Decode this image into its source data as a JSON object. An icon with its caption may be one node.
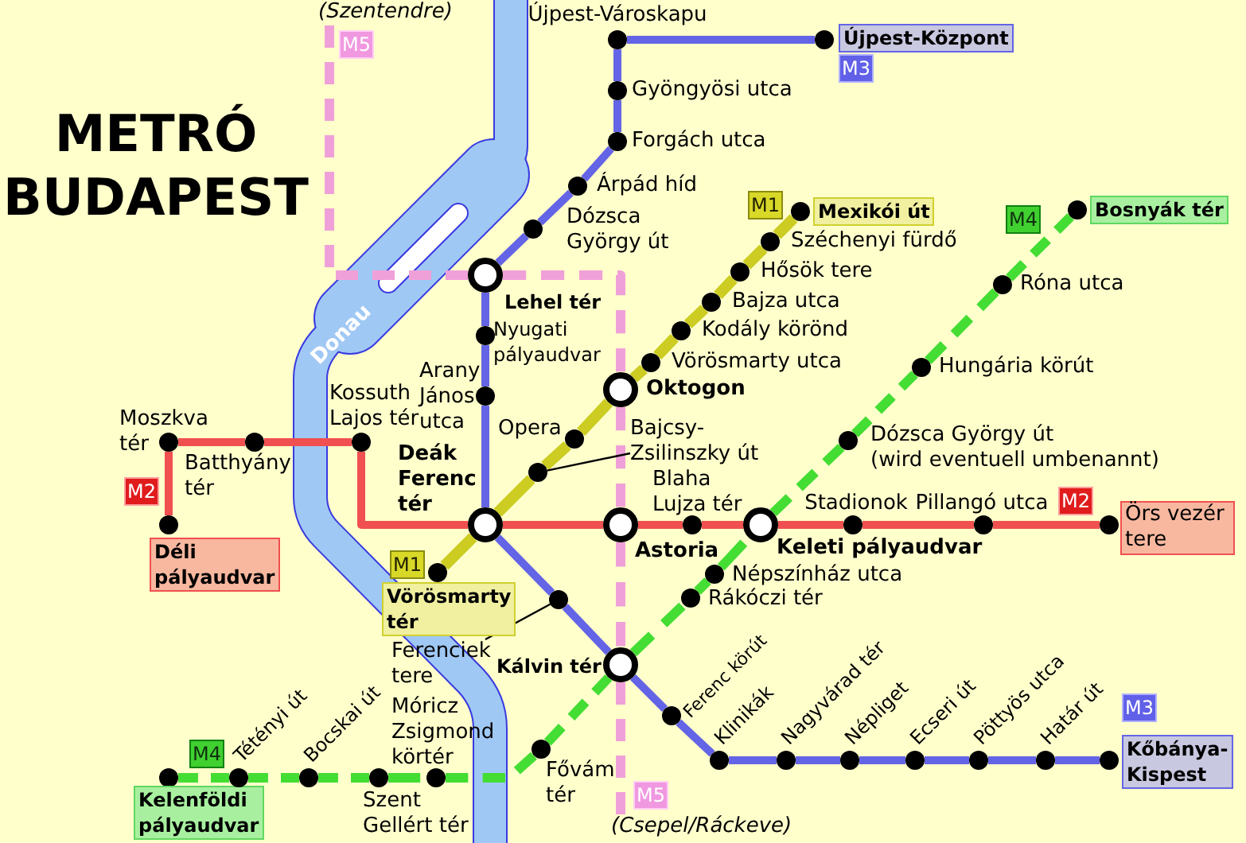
{
  "diagram": {
    "title": "METRÓ BUDAPEST",
    "nodes": [
      {
        "text": [
          "Újpest-Városkapu"
        ]
      },
      {
        "text": [
          "Újpest-Központ"
        ],
        "beside": [
          "M3"
        ]
      },
      {
        "text": [
          "Gyöngyösi utca"
        ]
      },
      {
        "text": [
          "Forgách utca"
        ]
      },
      {
        "text": [
          "Árpád híd"
        ]
      },
      {
        "text": [
          "Mexikói út"
        ],
        "beside": [
          "M1"
        ]
      },
      {
        "text": [
          "Bosnyák tér"
        ],
        "beside": [
          "M4"
        ]
      },
      {
        "text": [
          "Dózsca György út"
        ]
      },
      {
        "text": [
          "Széchenyi fürdő"
        ]
      },
      {
        "text": [
          "Hősök tere"
        ]
      },
      {
        "text": [
          "Lehel tér"
        ]
      },
      {
        "text": [
          "Róna utca"
        ]
      },
      {
        "text": [
          "Bajza utca"
        ]
      },
      {
        "text": [
          "Kodály körönd"
        ]
      },
      {
        "text": [
          "Nyugati pályaudvar"
        ]
      },
      {
        "text": [
          "Vörösmarty utca"
        ]
      },
      {
        "text": [
          "Hungária körút"
        ]
      },
      {
        "text": [
          "Oktogon"
        ]
      },
      {
        "text": [
          "Arany János utca"
        ]
      },
      {
        "text": [
          "Moszkva tér"
        ]
      },
      {
        "text": [
          "Batthyány tér"
        ]
      },
      {
        "text": [
          "Kossuth Lajos tér"
        ]
      },
      {
        "text": [
          "Opera"
        ]
      },
      {
        "text": [
          "Dózsca György út",
          "(wird eventuell umbenannt)"
        ]
      },
      {
        "text": [
          "Bajcsy-Zsilinszky út"
        ]
      },
      {
        "text": [],
        "shape": "circle"
      },
      {
        "text": [
          "Deák Ferenc tér"
        ]
      },
      {
        "text": [
          "Déli pályaudvar"
        ],
        "beside": [
          "M2"
        ]
      },
      {
        "text": [
          "Blaha Lujza tér"
        ]
      },
      {
        "text": [
          "Astoria"
        ]
      },
      {
        "text": [
          "Keleti pályaudvar"
        ]
      },
      {
        "text": [
          "Stadionok"
        ]
      },
      {
        "text": [
          "Pillangó utca"
        ]
      },
      {
        "text": [
          "Örs vezér tere"
        ],
        "beside": [
          "M2"
        ]
      },
      {
        "text": [
          "Vörösmarty tér"
        ],
        "beside": [
          "M1"
        ]
      },
      {
        "text": [
          "Népszínház utca"
        ]
      },
      {
        "text": [
          "Rákóczi tér"
        ]
      },
      {
        "text": [
          "Ferenciek tere"
        ]
      },
      {
        "text": [],
        "shape": "circle"
      },
      {
        "text": [
          "Kálvin tér"
        ]
      },
      {
        "text": [
          "Ferenc körút"
        ]
      },
      {
        "text": [
          "Móricz Zsigmond körtér"
        ]
      },
      {
        "text": [
          "Fővám tér"
        ]
      },
      {
        "text": [
          "Klinikák"
        ]
      },
      {
        "text": [
          "Nagyvárad tér"
        ]
      },
      {
        "text": [
          "Népliget"
        ]
      },
      {
        "text": [
          "Ecseri út"
        ]
      },
      {
        "text": [
          "Pöttyös utca"
        ]
      },
      {
        "text": [
          "Határ út"
        ]
      },
      {
        "text": [
          "Kőbánya-Kispest"
        ],
        "beside": [
          "M3"
        ]
      },
      {
        "text": [
          "Kelenföldi pályaudvar"
        ],
        "beside": [
          "M4"
        ]
      },
      {
        "text": [
          "Tétényi út"
        ]
      },
      {
        "text": [
          "Bocskai út"
        ]
      },
      {
        "text": [
          "Szent Gellért tér"
        ]
      },
      {
        "text": [
          "(Szentendre)"
        ],
        "beside": [
          "M5"
        ]
      },
      {
        "text": [
          "(Csepel/Ráckeve)"
        ],
        "beside": [
          "M5"
        ]
      }
    ],
    "edges": [
      {
        "from": 1,
        "to": 0,
        "arrow": "none"
      },
      {
        "from": 0,
        "to": 2,
        "arrow": "none"
      },
      {
        "from": 2,
        "to": 3,
        "arrow": "none"
      },
      {
        "from": 3,
        "to": 4,
        "arrow": "none"
      },
      {
        "from": 4,
        "to": 7,
        "arrow": "none"
      },
      {
        "from": 7,
        "to": 10,
        "arrow": "none"
      },
      {
        "from": 10,
        "to": 14,
        "arrow": "none"
      },
      {
        "from": 14,
        "to": 18,
        "arrow": "none"
      },
      {
        "from": 18,
        "to": 26,
        "arrow": "none"
      },
      {
        "from": 26,
        "to": 38,
        "arrow": "none"
      },
      {
        "from": 38,
        "to": 39,
        "arrow": "none"
      },
      {
        "from": 39,
        "to": 40,
        "arrow": "none"
      },
      {
        "from": 40,
        "to": 43,
        "arrow": "none"
      },
      {
        "from": 43,
        "to": 44,
        "arrow": "none"
      },
      {
        "from": 44,
        "to": 45,
        "arrow": "none"
      },
      {
        "from": 45,
        "to": 46,
        "arrow": "none"
      },
      {
        "from": 46,
        "to": 47,
        "arrow": "none"
      },
      {
        "from": 47,
        "to": 48,
        "arrow": "none"
      },
      {
        "from": 48,
        "to": 49,
        "arrow": "none"
      },
      {
        "from": 34,
        "to": 26,
        "arrow": "none",
        "color": "#cccc22"
      },
      {
        "from": 26,
        "to": 25,
        "arrow": "none",
        "color": "#cccc22"
      },
      {
        "from": 25,
        "to": 22,
        "arrow": "none",
        "color": "#cccc22"
      },
      {
        "from": 22,
        "to": 17,
        "arrow": "none",
        "color": "#cccc22"
      },
      {
        "from": 17,
        "to": 15,
        "arrow": "none",
        "color": "#cccc22"
      },
      {
        "from": 15,
        "to": 13,
        "arrow": "none",
        "color": "#cccc22"
      },
      {
        "from": 13,
        "to": 12,
        "arrow": "none",
        "color": "#cccc22"
      },
      {
        "from": 12,
        "to": 9,
        "arrow": "none",
        "color": "#cccc22"
      },
      {
        "from": 9,
        "to": 8,
        "arrow": "none",
        "color": "#cccc22"
      },
      {
        "from": 8,
        "to": 5,
        "arrow": "none",
        "color": "#cccc22"
      },
      {
        "from": 27,
        "to": 19,
        "arrow": "none",
        "color": "#f05050"
      },
      {
        "from": 19,
        "to": 20,
        "arrow": "none",
        "color": "#f05050"
      },
      {
        "from": 20,
        "to": 21,
        "arrow": "none",
        "color": "#f05050"
      },
      {
        "from": 21,
        "to": 26,
        "arrow": "none",
        "color": "#f05050"
      },
      {
        "from": 26,
        "to": 29,
        "arrow": "none",
        "color": "#f05050"
      },
      {
        "from": 29,
        "to": 28,
        "arrow": "none",
        "color": "#f05050"
      },
      {
        "from": 28,
        "to": 30,
        "arrow": "none",
        "color": "#f05050"
      },
      {
        "from": 30,
        "to": 31,
        "arrow": "none",
        "color": "#f05050"
      },
      {
        "from": 31,
        "to": 32,
        "arrow": "none",
        "color": "#f05050"
      },
      {
        "from": 32,
        "to": 33,
        "arrow": "none",
        "color": "#f05050"
      },
      {
        "from": 50,
        "to": 51,
        "arrow": "none",
        "style": "dashed",
        "color": "#44dd33"
      },
      {
        "from": 51,
        "to": 52,
        "arrow": "none",
        "style": "dashed",
        "color": "#44dd33"
      },
      {
        "from": 52,
        "to": 41,
        "arrow": "none",
        "style": "dashed",
        "color": "#44dd33"
      },
      {
        "from": 41,
        "to": 53,
        "arrow": "none",
        "style": "dashed",
        "color": "#44dd33"
      },
      {
        "from": 53,
        "to": 42,
        "arrow": "none",
        "style": "dashed",
        "color": "#44dd33"
      },
      {
        "from": 42,
        "to": 39,
        "arrow": "none",
        "style": "dashed",
        "color": "#44dd33"
      },
      {
        "from": 39,
        "to": 36,
        "arrow": "none",
        "style": "dashed",
        "color": "#44dd33"
      },
      {
        "from": 36,
        "to": 35,
        "arrow": "none",
        "style": "dashed",
        "color": "#44dd33"
      },
      {
        "from": 35,
        "to": 30,
        "arrow": "none",
        "style": "dashed",
        "color": "#44dd33"
      },
      {
        "from": 30,
        "to": 23,
        "arrow": "none",
        "style": "dashed",
        "color": "#44dd33"
      },
      {
        "from": 23,
        "to": 16,
        "arrow": "none",
        "style": "dashed",
        "color": "#44dd33"
      },
      {
        "from": 16,
        "to": 11,
        "arrow": "none",
        "style": "dashed",
        "color": "#44dd33"
      },
      {
        "from": 11,
        "to": 6,
        "arrow": "none",
        "style": "dashed",
        "color": "#44dd33"
      },
      {
        "from": 54,
        "to": 10,
        "arrow": "none",
        "style": "dashed",
        "color": "#f0a0d8"
      },
      {
        "from": 10,
        "to": 17,
        "arrow": "none",
        "style": "dashed",
        "color": "#f0a0d8"
      },
      {
        "from": 17,
        "to": 29,
        "arrow": "none",
        "style": "dashed",
        "color": "#f0a0d8"
      },
      {
        "from": 29,
        "to": 39,
        "arrow": "none",
        "style": "dashed",
        "color": "#f0a0d8"
      },
      {
        "from": 39,
        "to": 55,
        "arrow": "none",
        "style": "dashed",
        "color": "#f0a0d8"
      },
      {
        "from": 24,
        "to": 25,
        "arrow": "none",
        "color": "#000000"
      },
      {
        "from": 37,
        "to": 38,
        "arrow": "none",
        "color": "#000000"
      }
    ],
    "labels": [
      "Donau"
    ]
  }
}
